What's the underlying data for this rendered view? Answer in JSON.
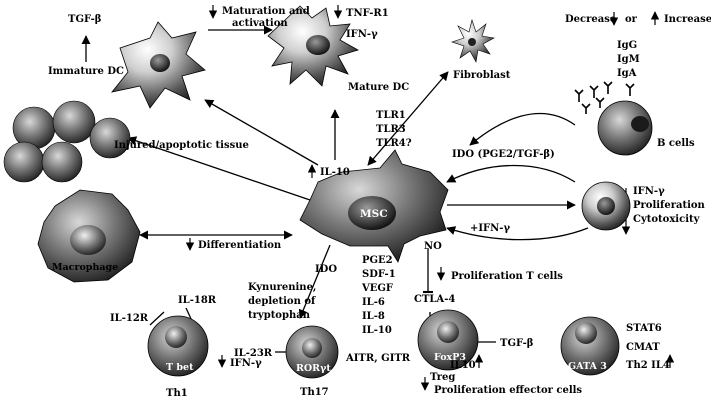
{
  "legend": {
    "decrease": "Decrease",
    "or": "or",
    "increase": "Increase"
  },
  "dc": {
    "tgfb": "TGF-β",
    "immature": "Immature DC",
    "maturation_line1": "Maturation and",
    "maturation_line2": "activation",
    "tnfr1": "TNF-R1",
    "ifng": "IFN-γ",
    "mature": "Mature DC"
  },
  "fibroblast": "Fibroblast",
  "bcells": {
    "igg": "IgG",
    "igm": "IgM",
    "iga": "IgA",
    "label": "B cells"
  },
  "tissue": "Injured/apoptotic tissue",
  "msc": {
    "label": "MSC",
    "il10": "IL-10",
    "tlr": [
      "TLR1",
      "TLR3",
      "TLR4?"
    ],
    "no": "NO",
    "ido": "IDO"
  },
  "ido_pge2": "IDO (PGE2/TGF-β)",
  "ifng_plus": "+IFN-γ",
  "nk": [
    "IFN-γ",
    "Proliferation",
    "Cytotoxicity"
  ],
  "macrophage": {
    "label": "Macrophage",
    "differentiation": "Differentiation"
  },
  "factors": [
    "PGE2",
    "SDF-1",
    "VEGF",
    "IL-6",
    "IL-8",
    "IL-10"
  ],
  "kynurenine": [
    "Kynurenine,",
    "depletion of",
    "tryptophan"
  ],
  "th1": {
    "il12r": "IL-12R",
    "il18r": "IL-18R",
    "tbet": "T bet",
    "ifng": "IFN-γ",
    "label": "Th1"
  },
  "th17": {
    "il23r": "IL-23R",
    "rorgt": "RORγt",
    "label": "Th17",
    "aitr": "AITR, GITR"
  },
  "treg": {
    "prolif_t": "Proliferation T cells",
    "ctla4": "CTLA-4",
    "tgfb": "TGF-β",
    "foxp3": "FoxP3",
    "il10": "IL10",
    "label": "Treg",
    "prolif_eff": "Proliferation effector cells"
  },
  "th2": {
    "gata3": "GATA 3",
    "stat6": "STAT6",
    "cmat": "CMAT",
    "th2il4": "Th2 IL4"
  }
}
